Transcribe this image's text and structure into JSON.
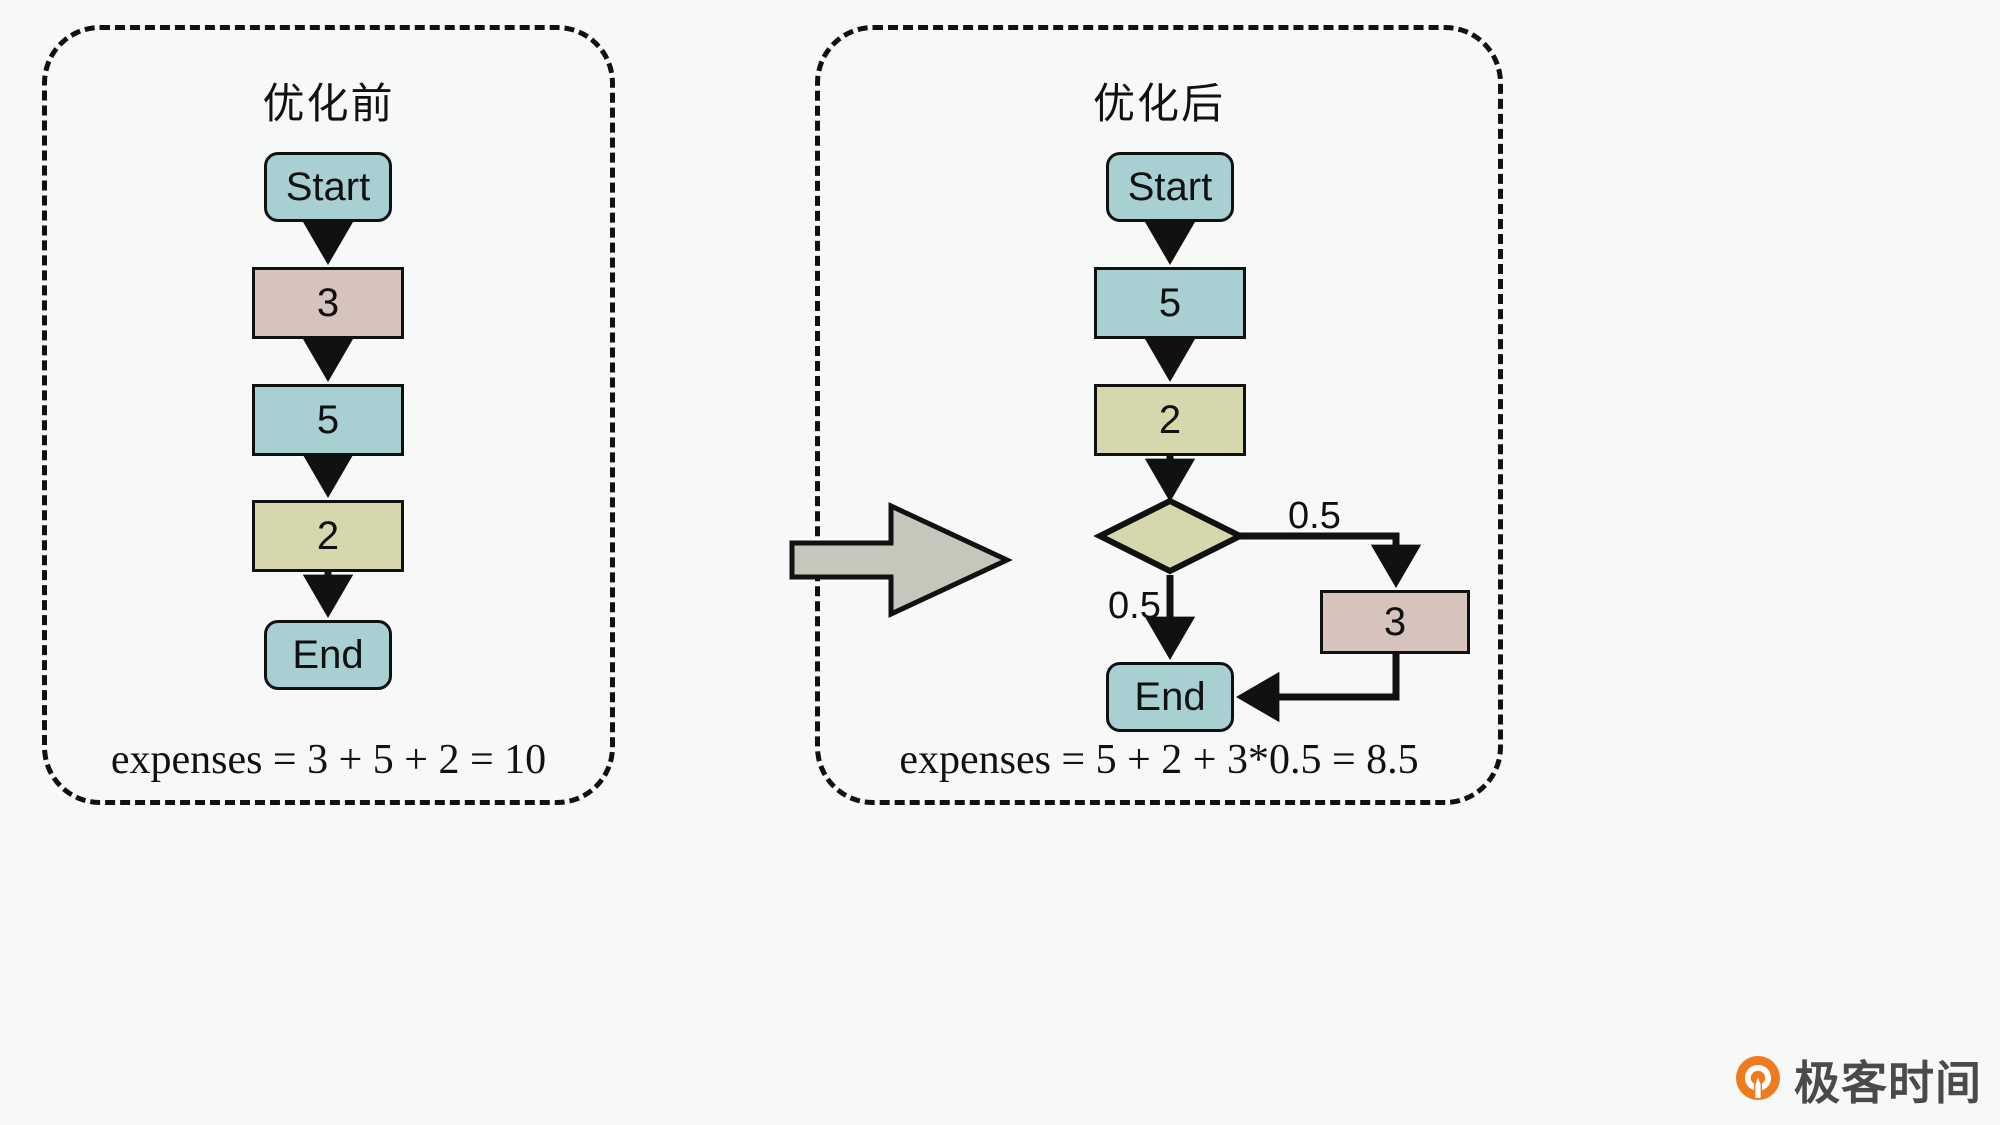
{
  "diagram": {
    "title_hidden": "",
    "panels": [
      {
        "id": "before",
        "title": "优化前",
        "expenses": "expenses = 3 + 5 + 2 = 10",
        "nodes": [
          {
            "id": "start",
            "label": "Start",
            "shape": "rounded-rect",
            "color": "#a8d0d3"
          },
          {
            "id": "n3",
            "label": "3",
            "shape": "rect",
            "color": "#d6c4bc"
          },
          {
            "id": "n5",
            "label": "5",
            "shape": "rect",
            "color": "#a8d0d3"
          },
          {
            "id": "n2",
            "label": "2",
            "shape": "rect",
            "color": "#d7d7ae"
          },
          {
            "id": "end",
            "label": "End",
            "shape": "rounded-rect",
            "color": "#a8d0d3"
          }
        ],
        "edges": [
          {
            "from": "start",
            "to": "n3",
            "label": ""
          },
          {
            "from": "n3",
            "to": "n5",
            "label": ""
          },
          {
            "from": "n5",
            "to": "n2",
            "label": ""
          },
          {
            "from": "n2",
            "to": "end",
            "label": ""
          }
        ]
      },
      {
        "id": "after",
        "title": "优化后",
        "expenses": "expenses = 5 + 2 + 3*0.5 = 8.5",
        "nodes": [
          {
            "id": "start",
            "label": "Start",
            "shape": "rounded-rect",
            "color": "#a8d0d3"
          },
          {
            "id": "n5",
            "label": "5",
            "shape": "rect",
            "color": "#a8d0d3"
          },
          {
            "id": "n2",
            "label": "2",
            "shape": "rect",
            "color": "#d7d7ae"
          },
          {
            "id": "decision",
            "label": "",
            "shape": "diamond",
            "color": "#d7d7ae"
          },
          {
            "id": "n3",
            "label": "3",
            "shape": "rect",
            "color": "#d6c4bc"
          },
          {
            "id": "end",
            "label": "End",
            "shape": "rounded-rect",
            "color": "#a8d0d3"
          }
        ],
        "edges": [
          {
            "from": "start",
            "to": "n5",
            "label": ""
          },
          {
            "from": "n5",
            "to": "n2",
            "label": ""
          },
          {
            "from": "n2",
            "to": "decision",
            "label": ""
          },
          {
            "from": "decision",
            "to": "n3",
            "label": "0.5"
          },
          {
            "from": "decision",
            "to": "end",
            "label": "0.5"
          },
          {
            "from": "n3",
            "to": "end",
            "label": ""
          }
        ]
      }
    ],
    "transition_arrow": {
      "direction": "right",
      "fill": "#c6c6bb",
      "stroke": "#111"
    },
    "edge_labels": {
      "branch_right": "0.5",
      "branch_down": "0.5"
    }
  },
  "watermark": {
    "text": "极客时间",
    "logo_color": "#ef7b1f"
  },
  "colors": {
    "background": "#f7f9f8",
    "teal": "#a8d0d3",
    "tan": "#d6c4bc",
    "olive": "#d7d7ae",
    "gray_arrow": "#c6c6bb",
    "stroke": "#111111"
  }
}
